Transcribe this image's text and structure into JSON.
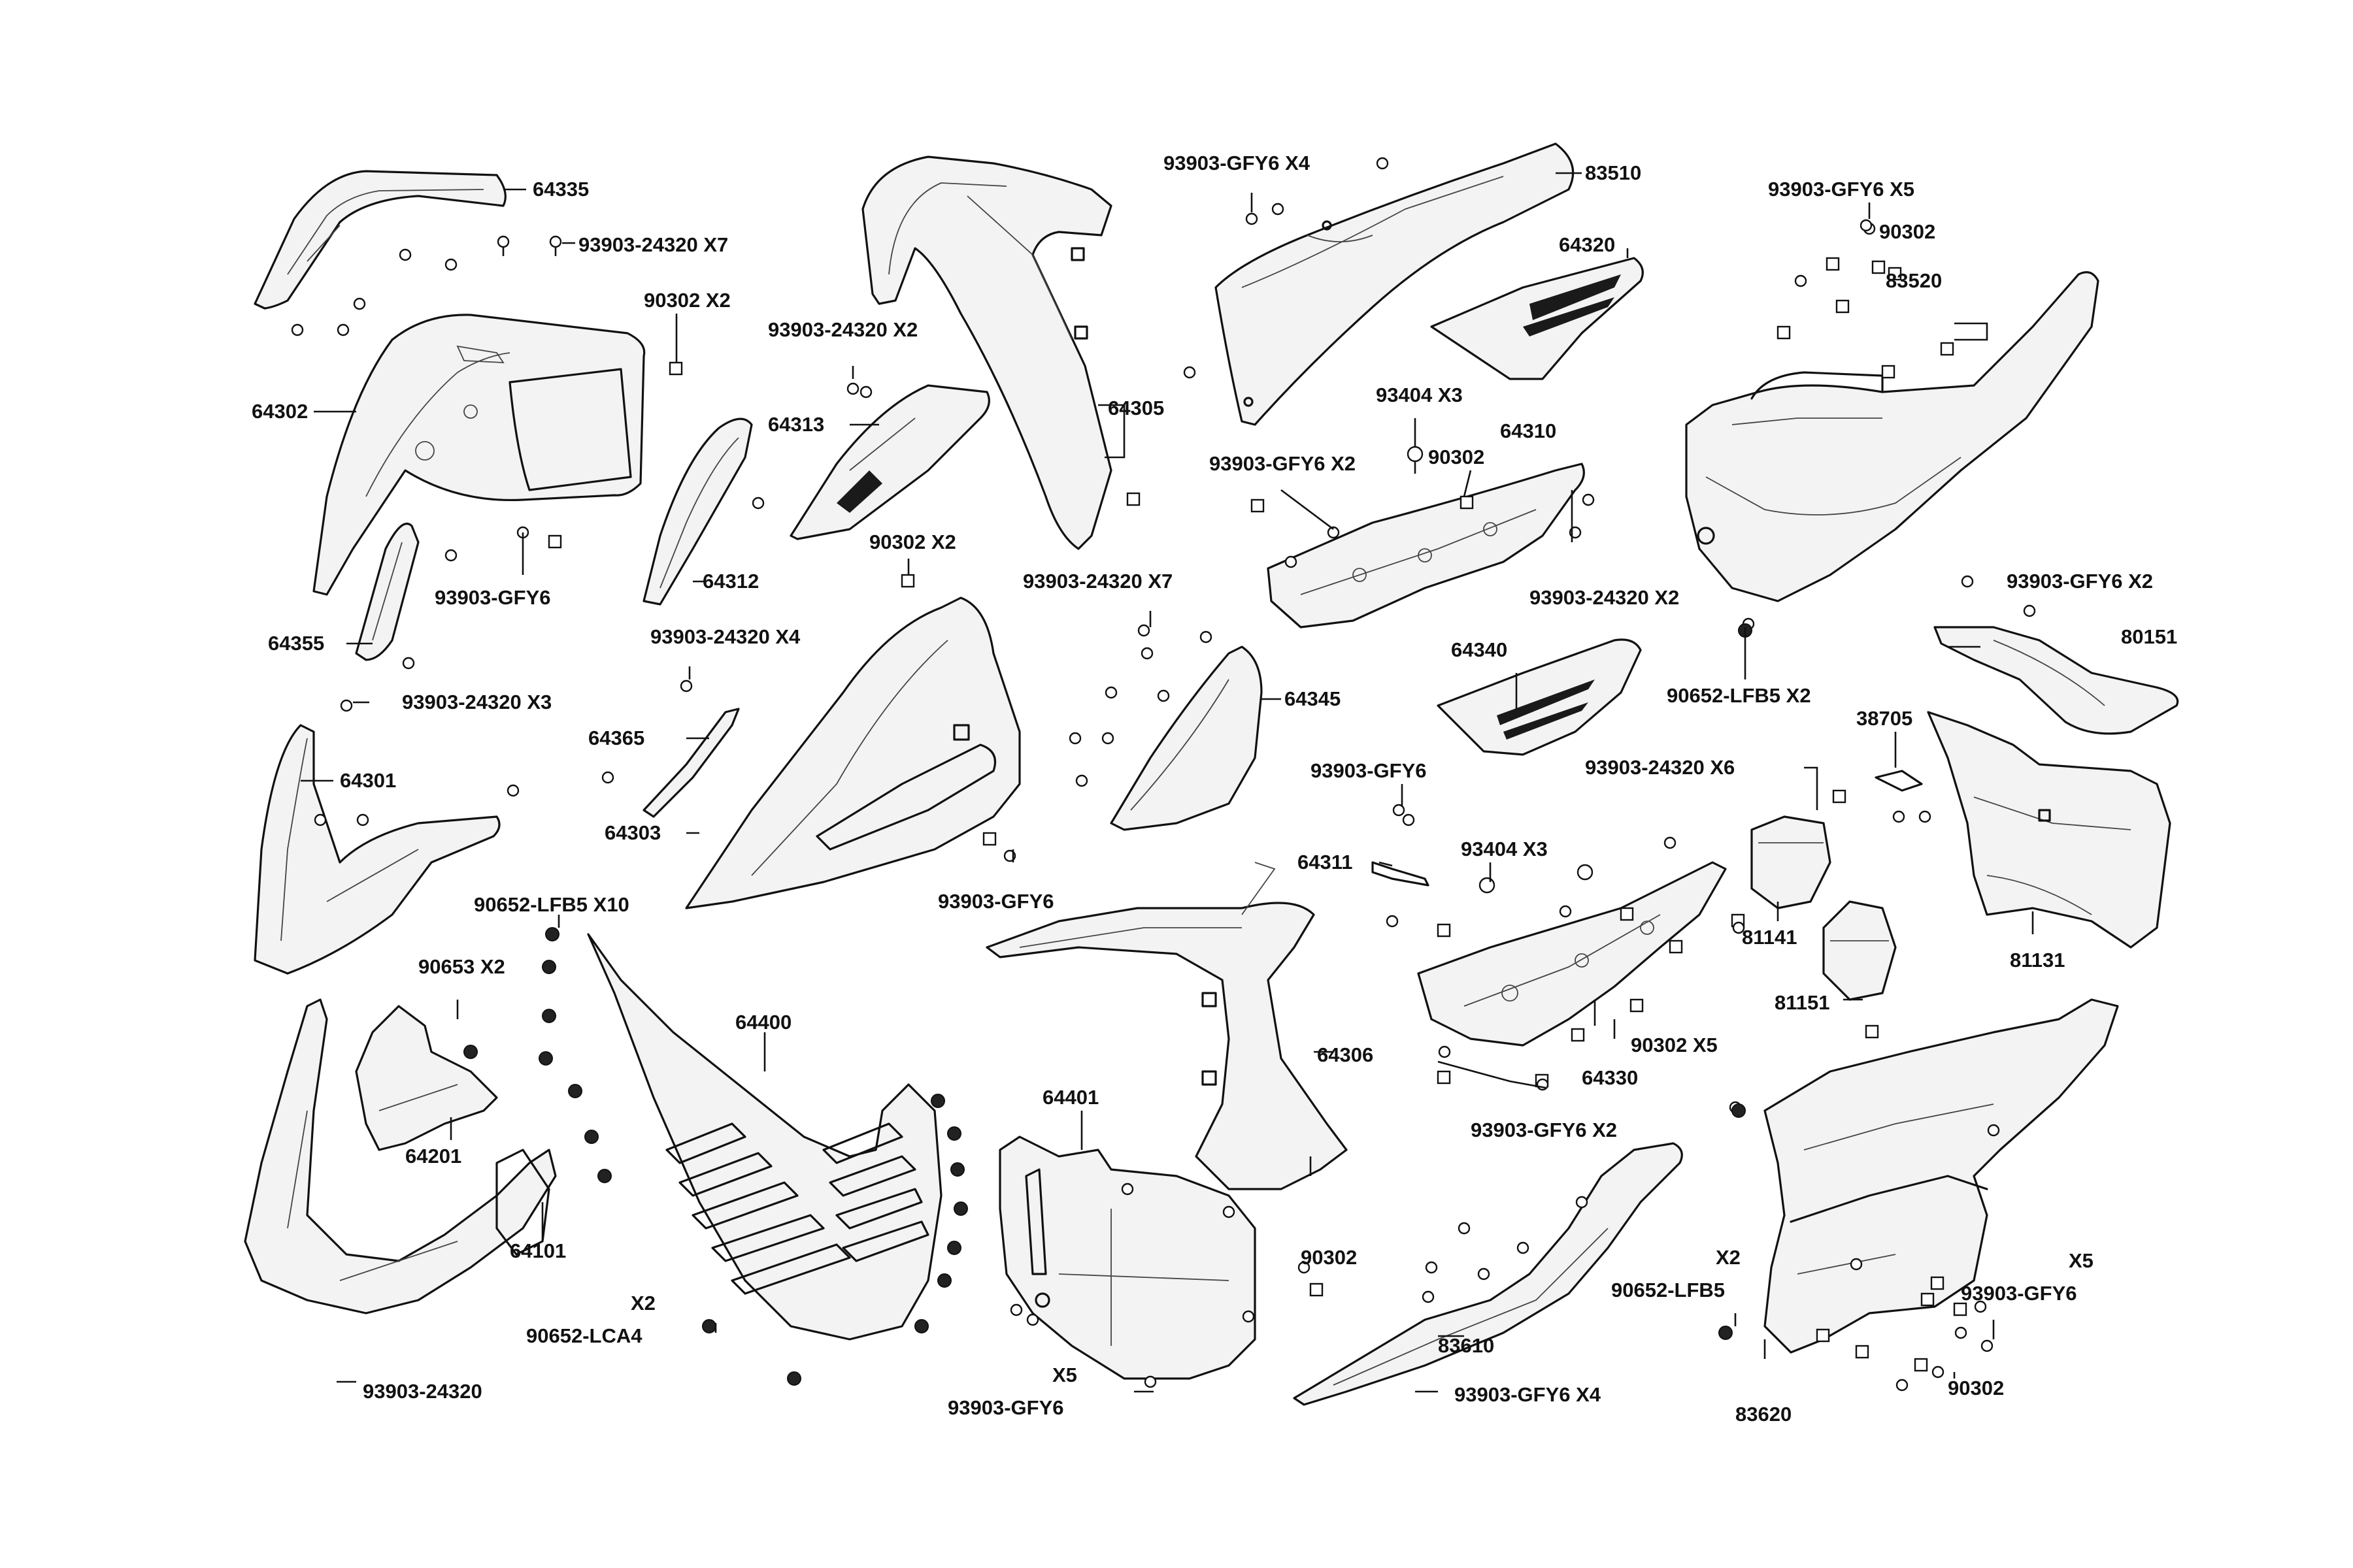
{
  "diagram": {
    "labels": [
      {
        "id": "l64335",
        "text": "64335"
      },
      {
        "id": "l93903_24320_x7a",
        "text": "93903-24320 X7"
      },
      {
        "id": "l90302_x2a",
        "text": "90302  X2"
      },
      {
        "id": "l64302",
        "text": "64302"
      },
      {
        "id": "l93903_gfy6a",
        "text": "93903-GFY6"
      },
      {
        "id": "l64355",
        "text": "64355"
      },
      {
        "id": "l64312",
        "text": "64312"
      },
      {
        "id": "l93903_24320_x2a",
        "text": "93903-24320 X2"
      },
      {
        "id": "l64313",
        "text": "64313"
      },
      {
        "id": "l90302_x2b",
        "text": "90302  X2"
      },
      {
        "id": "l64305",
        "text": "64305"
      },
      {
        "id": "l93903_gfy6_x4a",
        "text": "93903-GFY6 X4"
      },
      {
        "id": "l83510",
        "text": "83510"
      },
      {
        "id": "l64320",
        "text": "64320"
      },
      {
        "id": "l93903_gfy6_x5a",
        "text": "93903-GFY6 X5"
      },
      {
        "id": "l90302a",
        "text": "90302"
      },
      {
        "id": "l83520",
        "text": "83520"
      },
      {
        "id": "l93404_x3a",
        "text": "93404    X3"
      },
      {
        "id": "l93903_gfy6_x2a",
        "text": "93903-GFY6 X2"
      },
      {
        "id": "l90302b",
        "text": "90302"
      },
      {
        "id": "l64310",
        "text": "64310"
      },
      {
        "id": "l93903_24320_x2b",
        "text": "93903-24320 X2"
      },
      {
        "id": "l93903_24320_x7b",
        "text": "93903-24320   X7"
      },
      {
        "id": "l93903_24320_x4",
        "text": "93903-24320 X4"
      },
      {
        "id": "l93903_24320_x3",
        "text": "93903-24320 X3"
      },
      {
        "id": "l64301",
        "text": "64301"
      },
      {
        "id": "l64365",
        "text": "64365"
      },
      {
        "id": "l64303",
        "text": "64303"
      },
      {
        "id": "l93903_gfy6b",
        "text": "93903-GFY6"
      },
      {
        "id": "l64345",
        "text": "64345"
      },
      {
        "id": "l64340",
        "text": "64340"
      },
      {
        "id": "l90652_lfb5_x2",
        "text": "90652-LFB5 X2"
      },
      {
        "id": "l93903_gfy6_x2b",
        "text": "93903-GFY6 X2"
      },
      {
        "id": "l80151",
        "text": "80151"
      },
      {
        "id": "l38705",
        "text": "38705"
      },
      {
        "id": "l93903_24320_x6",
        "text": "93903-24320 X6"
      },
      {
        "id": "l93903_gfy6c",
        "text": "93903-GFY6"
      },
      {
        "id": "l93404_x3b",
        "text": "93404    X3"
      },
      {
        "id": "l64311",
        "text": "64311"
      },
      {
        "id": "l81131",
        "text": "81131"
      },
      {
        "id": "l81141",
        "text": "81141"
      },
      {
        "id": "l81151",
        "text": "81151"
      },
      {
        "id": "l90652_lfb5_x10",
        "text": "90652-LFB5 X10"
      },
      {
        "id": "l90653_x2",
        "text": "90653  X2"
      },
      {
        "id": "l64400",
        "text": "64400"
      },
      {
        "id": "l64306",
        "text": "64306"
      },
      {
        "id": "l90302_x5",
        "text": "90302  X5"
      },
      {
        "id": "l64330",
        "text": "64330"
      },
      {
        "id": "l64401",
        "text": "64401"
      },
      {
        "id": "l64201",
        "text": "64201"
      },
      {
        "id": "l93903_gfy6_x2c",
        "text": "93903-GFY6 X2"
      },
      {
        "id": "l64101",
        "text": "64101"
      },
      {
        "id": "l90302c",
        "text": "90302"
      },
      {
        "id": "l x2a",
        "text": "X2"
      },
      {
        "id": "l90652_lfb5",
        "text": "90652-LFB5"
      },
      {
        "id": "l x5a",
        "text": "X5"
      },
      {
        "id": "l93903_gfy6d",
        "text": "93903-GFY6"
      },
      {
        "id": "l x2b",
        "text": "X2"
      },
      {
        "id": "l90652_lca4",
        "text": "90652-LCA4"
      },
      {
        "id": "l83610",
        "text": "83610"
      },
      {
        "id": "l90302d",
        "text": "90302"
      },
      {
        "id": "l93903_24320",
        "text": "93903-24320"
      },
      {
        "id": "l x5b",
        "text": "X5"
      },
      {
        "id": "l93903_gfy6e",
        "text": "93903-GFY6"
      },
      {
        "id": "l93903_gfy6_x4b",
        "text": "93903-GFY6 X4"
      },
      {
        "id": "l83620",
        "text": "83620"
      }
    ]
  }
}
